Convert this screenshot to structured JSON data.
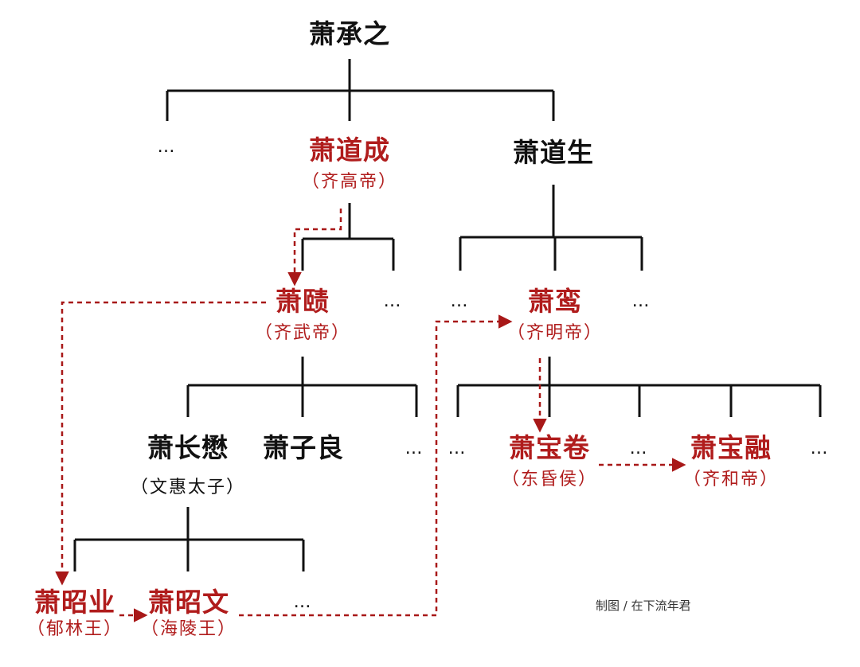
{
  "colors": {
    "line": "#111111",
    "emperor": "#b01c1c",
    "path": "#a81818",
    "text": "#111111"
  },
  "ellipsis": "…",
  "credit": "制图 / 在下流年君",
  "nodes": {
    "xiao_chengzhi": {
      "name": "萧承之"
    },
    "xiao_daocheng": {
      "name": "萧道成",
      "title": "（齐高帝）"
    },
    "xiao_daosheng": {
      "name": "萧道生"
    },
    "xiao_ze": {
      "name": "萧赜",
      "title": "（齐武帝）"
    },
    "xiao_luan": {
      "name": "萧鸾",
      "title": "（齐明帝）"
    },
    "xiao_zhangmao": {
      "name": "萧长懋",
      "title": "（文惠太子）"
    },
    "xiao_ziliang": {
      "name": "萧子良"
    },
    "xiao_baojuan": {
      "name": "萧宝卷",
      "title": "（东昏侯）"
    },
    "xiao_baorong": {
      "name": "萧宝融",
      "title": "（齐和帝）"
    },
    "xiao_zhaoye": {
      "name": "萧昭业",
      "title": "（郁林王）"
    },
    "xiao_zhaowen": {
      "name": "萧昭文",
      "title": "（海陵王）"
    }
  },
  "succession_order": [
    "萧道成",
    "萧赜",
    "萧昭业",
    "萧昭文",
    "萧鸾",
    "萧宝卷",
    "萧宝融"
  ]
}
